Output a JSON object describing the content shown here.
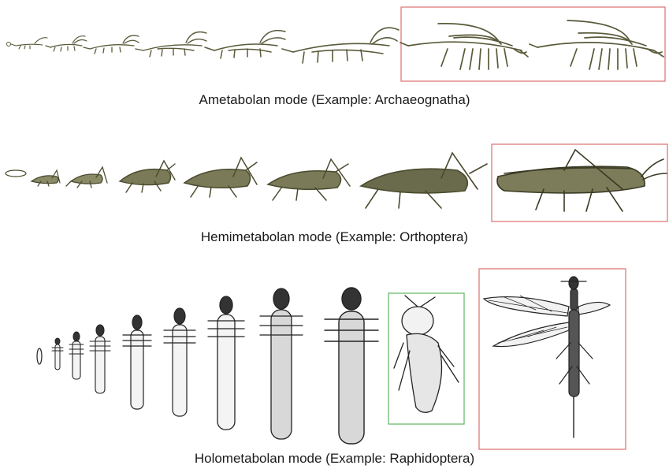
{
  "captions": {
    "ametabolan": "Ametabolan mode (Example: Archaeognatha)",
    "hemimetabolan": "Hemimetabolan mode (Example: Orthoptera)",
    "holometabolan": "Holometabolan mode (Example: Raphidoptera)"
  },
  "colors": {
    "adult_frame": "#e07a7a",
    "pupa_frame": "#6dbb6d",
    "ink_olive": "#5a5a3a",
    "ink_dark": "#2a2a2a"
  },
  "stages": {
    "ametabolan": [
      "egg",
      "juvenile-1",
      "juvenile-2",
      "juvenile-3",
      "juvenile-4",
      "juvenile-5",
      "juvenile-6",
      "adult-1",
      "adult-2"
    ],
    "hemimetabolan": [
      "egg",
      "nymph-1",
      "nymph-2",
      "nymph-3",
      "nymph-4",
      "nymph-5",
      "nymph-6",
      "adult"
    ],
    "holometabolan": [
      "egg",
      "larva-1",
      "larva-2",
      "larva-3",
      "larva-4",
      "larva-5",
      "larva-6",
      "larva-7",
      "larva-8",
      "pupa",
      "adult"
    ]
  }
}
